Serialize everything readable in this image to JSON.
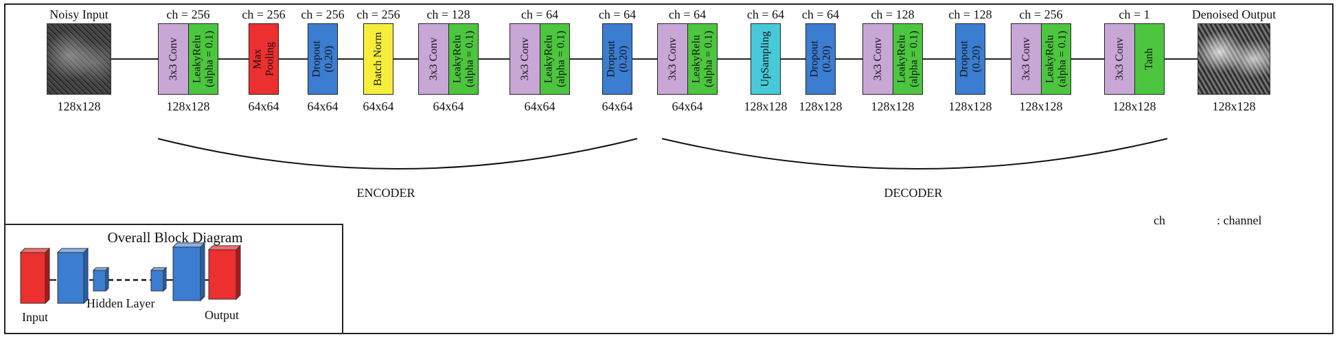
{
  "colors": {
    "conv": "#c8a6d6",
    "leaky": "#4cc63f",
    "pool": "#ec2f2f",
    "dropout": "#3b7dd0",
    "batchnorm": "#f7ee3c",
    "upsampling": "#47c9d9",
    "tanh": "#4cc63f",
    "arc": "#111111"
  },
  "input": {
    "title": "Noisy Input",
    "size": "128x128"
  },
  "output": {
    "title": "Denoised Output",
    "size": "128x128"
  },
  "layers": [
    {
      "top": "ch = 256",
      "bottom": "128x128",
      "blocks": [
        {
          "type": "conv",
          "text": [
            "3x3 Conv"
          ]
        },
        {
          "type": "leaky",
          "text": [
            "LeakyRelu",
            "(alpha = 0.1)"
          ]
        }
      ]
    },
    {
      "top": "ch = 256",
      "bottom": "64x64",
      "blocks": [
        {
          "type": "pool",
          "text": [
            "Max",
            "Pooling"
          ]
        }
      ]
    },
    {
      "top": "ch = 256",
      "bottom": "64x64",
      "blocks": [
        {
          "type": "dropout",
          "text": [
            "Dropout",
            "(0.20)"
          ]
        }
      ]
    },
    {
      "top": "ch = 256",
      "bottom": "64x64",
      "blocks": [
        {
          "type": "batchnorm",
          "text": [
            "Batch Norm"
          ]
        }
      ]
    },
    {
      "top": "ch = 128",
      "bottom": "64x64",
      "blocks": [
        {
          "type": "conv",
          "text": [
            "3x3 Conv"
          ]
        },
        {
          "type": "leaky",
          "text": [
            "LeakyRelu",
            "(alpha = 0.1)"
          ]
        }
      ]
    },
    {
      "top": "ch = 64",
      "bottom": "64x64",
      "blocks": [
        {
          "type": "conv",
          "text": [
            "3x3 Conv"
          ]
        },
        {
          "type": "leaky",
          "text": [
            "LeakyRelu",
            "(alpha = 0.1)"
          ]
        }
      ]
    },
    {
      "top": "ch = 64",
      "bottom": "64x64",
      "blocks": [
        {
          "type": "dropout",
          "text": [
            "Dropout",
            "(0.20)"
          ]
        }
      ]
    },
    {
      "top": "ch = 64",
      "bottom": "64x64",
      "blocks": [
        {
          "type": "conv",
          "text": [
            "3x3 Conv"
          ]
        },
        {
          "type": "leaky",
          "text": [
            "LeakyRelu",
            "(alpha = 0.1)"
          ]
        }
      ]
    },
    {
      "top": "ch = 64",
      "bottom": "128x128",
      "blocks": [
        {
          "type": "upsampling",
          "text": [
            "UpSampling"
          ]
        }
      ]
    },
    {
      "top": "ch = 64",
      "bottom": "128x128",
      "blocks": [
        {
          "type": "dropout",
          "text": [
            "Dropout",
            "(0.20)"
          ]
        }
      ]
    },
    {
      "top": "ch = 128",
      "bottom": "128x128",
      "blocks": [
        {
          "type": "conv",
          "text": [
            "3x3 Conv"
          ]
        },
        {
          "type": "leaky",
          "text": [
            "LeakyRelu",
            "(alpha = 0.1)"
          ]
        }
      ]
    },
    {
      "top": "ch = 128",
      "bottom": "128x128",
      "blocks": [
        {
          "type": "dropout",
          "text": [
            "Dropout",
            "(0.20)"
          ]
        }
      ]
    },
    {
      "top": "ch = 256",
      "bottom": "128x128",
      "blocks": [
        {
          "type": "conv",
          "text": [
            "3x3 Conv"
          ]
        },
        {
          "type": "leaky",
          "text": [
            "LeakyRelu",
            "(alpha = 0.1)"
          ]
        }
      ]
    },
    {
      "top": "ch = 1",
      "bottom": "128x128",
      "blocks": [
        {
          "type": "conv",
          "text": [
            "3x3 Conv"
          ]
        },
        {
          "type": "tanh",
          "text": [
            "Tanh"
          ]
        }
      ]
    }
  ],
  "encoder_label": "ENCODER",
  "decoder_label": "DECODER",
  "legend": {
    "key": "ch",
    "value": ": channel"
  },
  "overall": {
    "title": "Overall Block Diagram",
    "input_label": "Input",
    "hidden_label": "Hidden Layer",
    "output_label": "Output"
  }
}
